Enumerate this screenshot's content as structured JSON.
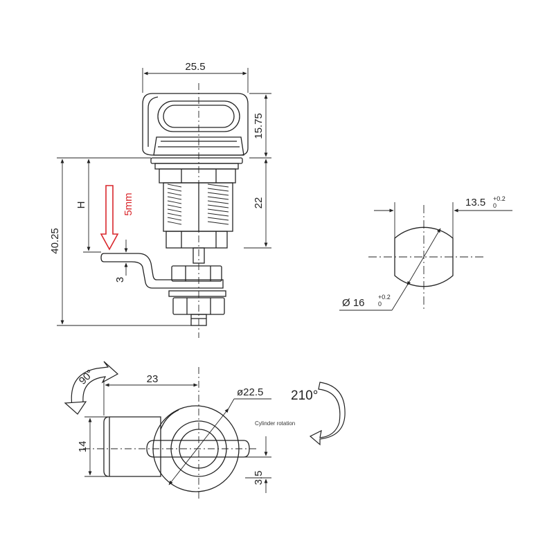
{
  "labels": {
    "width_top": "25.5",
    "knob_height": "15.75",
    "body_length": "22",
    "total_height": "40.25",
    "h_label": "H",
    "arrow_label": "5mm",
    "cam_thickness": "3",
    "cutout_flat": "13.5",
    "cutout_flat_tol_top": "+0.2",
    "cutout_flat_tol_bot": "0",
    "cutout_dia": "Ø 16",
    "cutout_dia_tol_top": "+0.2",
    "cutout_dia_tol_bot": "0",
    "rotation_left": "90°",
    "cam_length": "23",
    "head_dia": "ø22.5",
    "rotation_right": "210°",
    "cylinder_note": "Cylinder rotation",
    "cam_width": "14",
    "offset": "3.5"
  },
  "colors": {
    "line": "#222222",
    "accent": "#d9262b"
  }
}
